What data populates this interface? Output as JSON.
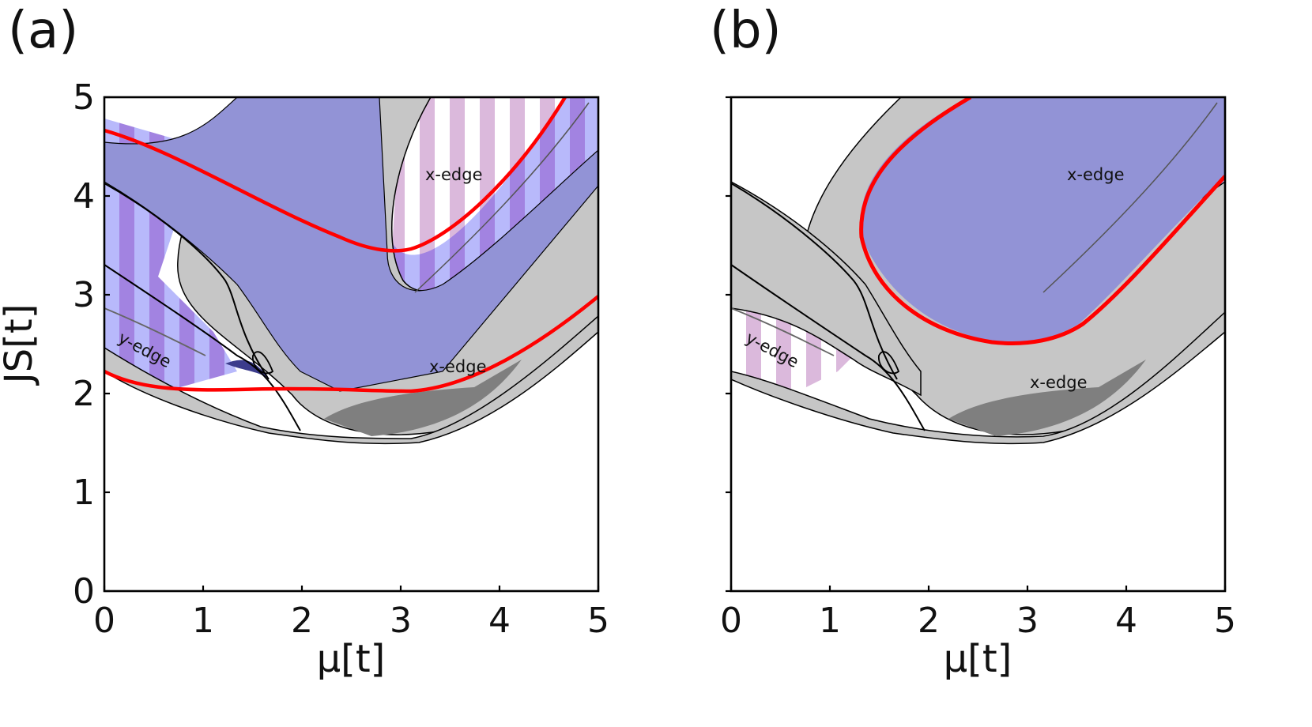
{
  "figure": {
    "colors": {
      "gray": "#c6c6c6",
      "dark_gray": "#7f7f7f",
      "blue": "#9293d6",
      "light_blue": "#b8b9fb",
      "purple_stripe": "#a283e1",
      "pink_stripe": "#dbb9dc",
      "red": "#ff0000",
      "black": "#000000"
    }
  },
  "chart_data": [
    {
      "type": "area",
      "panel_label": "(a)",
      "xlabel": "μ[t]",
      "ylabel": "JS[t]",
      "xlim": [
        0,
        5
      ],
      "ylim": [
        0,
        5
      ],
      "xticks": [
        "0",
        "1",
        "2",
        "3",
        "4",
        "5"
      ],
      "yticks": [
        "0",
        "1",
        "2",
        "3",
        "4",
        "5"
      ],
      "annotations": [
        {
          "text": "x-edge",
          "x": 3.5,
          "y": 4.2
        },
        {
          "text": "y-edge",
          "x": 0.42,
          "y": 2.45
        },
        {
          "text": "x-edge",
          "x": 3.65,
          "y": 2.25
        }
      ],
      "series": [
        {
          "values": [
            [
              0,
              4.62
            ],
            [
              1,
              4.0
            ],
            [
              2,
              3.6
            ],
            [
              2.7,
              3.42
            ],
            [
              3.3,
              3.7
            ],
            [
              4.0,
              4.35
            ],
            [
              4.65,
              5.0
            ]
          ]
        },
        {
          "values": [
            [
              0,
              2.22
            ],
            [
              0.6,
              2.03
            ],
            [
              2.0,
              2.04
            ],
            [
              3.0,
              2.05
            ],
            [
              4.0,
              2.35
            ],
            [
              5.0,
              2.97
            ]
          ]
        }
      ]
    },
    {
      "type": "area",
      "panel_label": "(b)",
      "xlabel": "μ[t]",
      "ylabel": "",
      "xlim": [
        0,
        5
      ],
      "ylim": [
        0,
        5
      ],
      "xticks": [
        "0",
        "1",
        "2",
        "3",
        "4",
        "5"
      ],
      "yticks": [],
      "annotations": [
        {
          "text": "x-edge",
          "x": 3.7,
          "y": 4.2
        },
        {
          "text": "y-edge",
          "x": 0.42,
          "y": 2.45
        },
        {
          "text": "x-edge",
          "x": 3.3,
          "y": 2.05
        }
      ],
      "series": [
        {
          "values": [
            [
              1.3,
              3.6
            ],
            [
              1.6,
              2.9
            ],
            [
              2.7,
              2.5
            ],
            [
              3.5,
              2.7
            ],
            [
              4.2,
              3.4
            ],
            [
              5.0,
              4.2
            ]
          ]
        },
        {
          "values": [
            [
              1.3,
              3.6
            ],
            [
              1.7,
              4.35
            ],
            [
              2.3,
              5.0
            ]
          ]
        }
      ]
    }
  ]
}
